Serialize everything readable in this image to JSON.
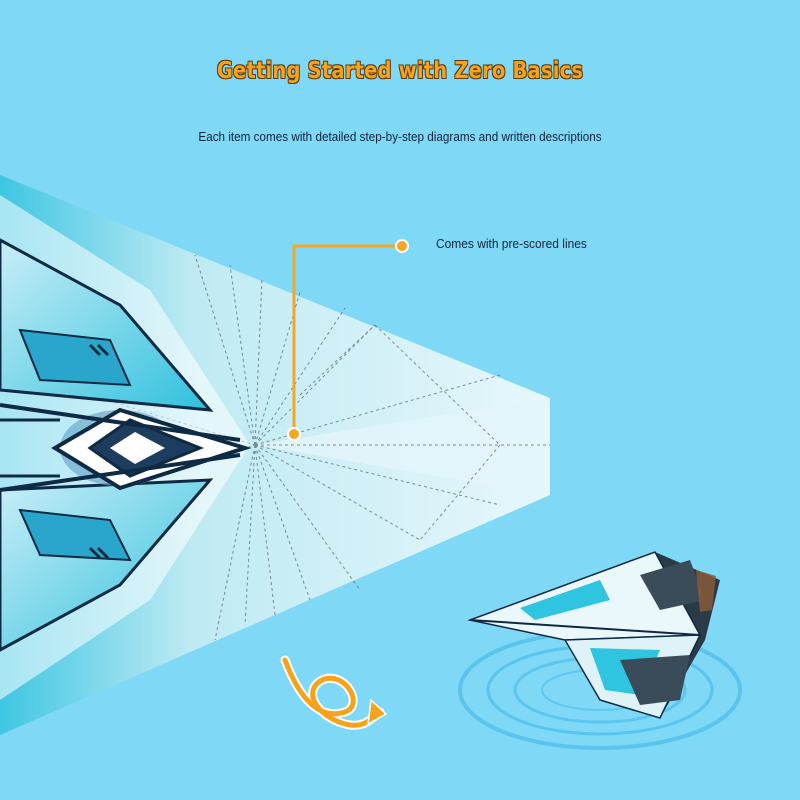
{
  "header": {
    "title": "Getting Started with Zero Basics",
    "subtitle": "Each item comes with detailed step-by-step diagrams and written descriptions"
  },
  "callout": {
    "label": "Comes with pre-scored lines"
  },
  "colors": {
    "background": "#7fd8f6",
    "title": "#f6a21a",
    "callout_line": "#f5a623",
    "text": "#10243a",
    "accent_cyan": "#29c3df"
  }
}
